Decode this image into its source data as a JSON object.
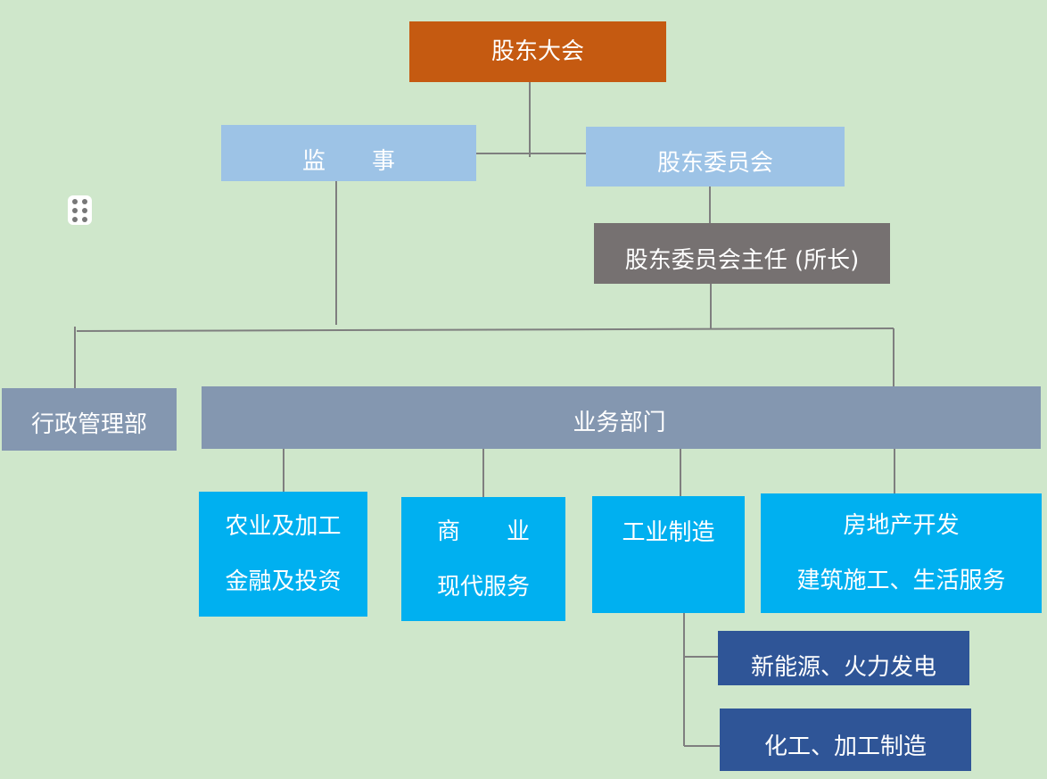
{
  "diagram": {
    "type": "org-chart",
    "colors": {
      "background": "#cfe7cb",
      "top": "#c55a11",
      "second_level": "#9dc3e6",
      "director": "#767171",
      "department": "#8497b0",
      "business_unit": "#00b0f0",
      "sub_unit": "#2f5597",
      "connector": "#7f7f7f",
      "text": "#ffffff"
    },
    "nodes": {
      "shareholders_meeting": {
        "label": "股东大会"
      },
      "supervisor": {
        "label": "监　　事"
      },
      "shareholders_committee": {
        "label": "股东委员会"
      },
      "committee_director": {
        "label": "股东委员会主任 (所长)"
      },
      "admin_dept": {
        "label": "行政管理部"
      },
      "business_dept": {
        "label": "业务部门"
      },
      "agri_finance": {
        "lines": [
          "农业及加工",
          "金融及投资"
        ]
      },
      "commerce_services": {
        "lines": [
          "商　　业",
          "现代服务"
        ]
      },
      "industrial": {
        "lines": [
          "工业制造"
        ]
      },
      "real_estate": {
        "lines": [
          "房地产开发",
          "建筑施工、生活服务"
        ]
      },
      "energy": {
        "label": "新能源、火力发电"
      },
      "chemical": {
        "label": "化工、加工制造"
      }
    },
    "edges": [
      [
        "shareholders_meeting",
        "supervisor"
      ],
      [
        "shareholders_meeting",
        "shareholders_committee"
      ],
      [
        "shareholders_committee",
        "committee_director"
      ],
      [
        "committee_director",
        "admin_dept"
      ],
      [
        "committee_director",
        "business_dept"
      ],
      [
        "supervisor",
        "admin_dept"
      ],
      [
        "business_dept",
        "agri_finance"
      ],
      [
        "business_dept",
        "commerce_services"
      ],
      [
        "business_dept",
        "industrial"
      ],
      [
        "business_dept",
        "real_estate"
      ],
      [
        "industrial",
        "energy"
      ],
      [
        "industrial",
        "chemical"
      ]
    ],
    "handle_icon": "drag-handle-icon"
  }
}
